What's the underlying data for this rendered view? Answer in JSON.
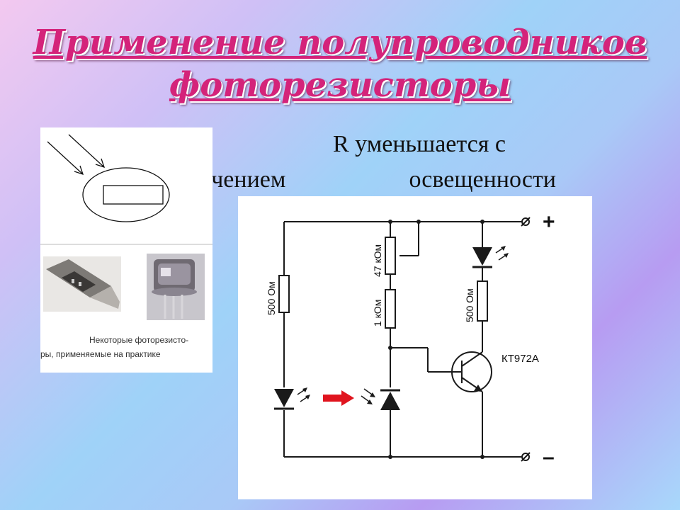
{
  "slide": {
    "title_line1": "Применение полупроводников",
    "title_line2": "фоторезисторы"
  },
  "description": {
    "line1": "R уменьшается с",
    "line2_word1": "ичением",
    "line2_word2": "освещенности"
  },
  "photo_panel": {
    "caption_line1": "Некоторые фоторезисто-",
    "caption_line2": "ры, применяемые на практике"
  },
  "circuit": {
    "terminal_plus": "+",
    "terminal_minus": "–",
    "resistor_left": "500 Ом",
    "potentiometer": "47 кОм",
    "resistor_middle": "1 кОм",
    "resistor_right": "500 Ом",
    "transistor": "КТ972А"
  },
  "colors": {
    "title": "#d4237a",
    "arrow": "#e0141e"
  }
}
